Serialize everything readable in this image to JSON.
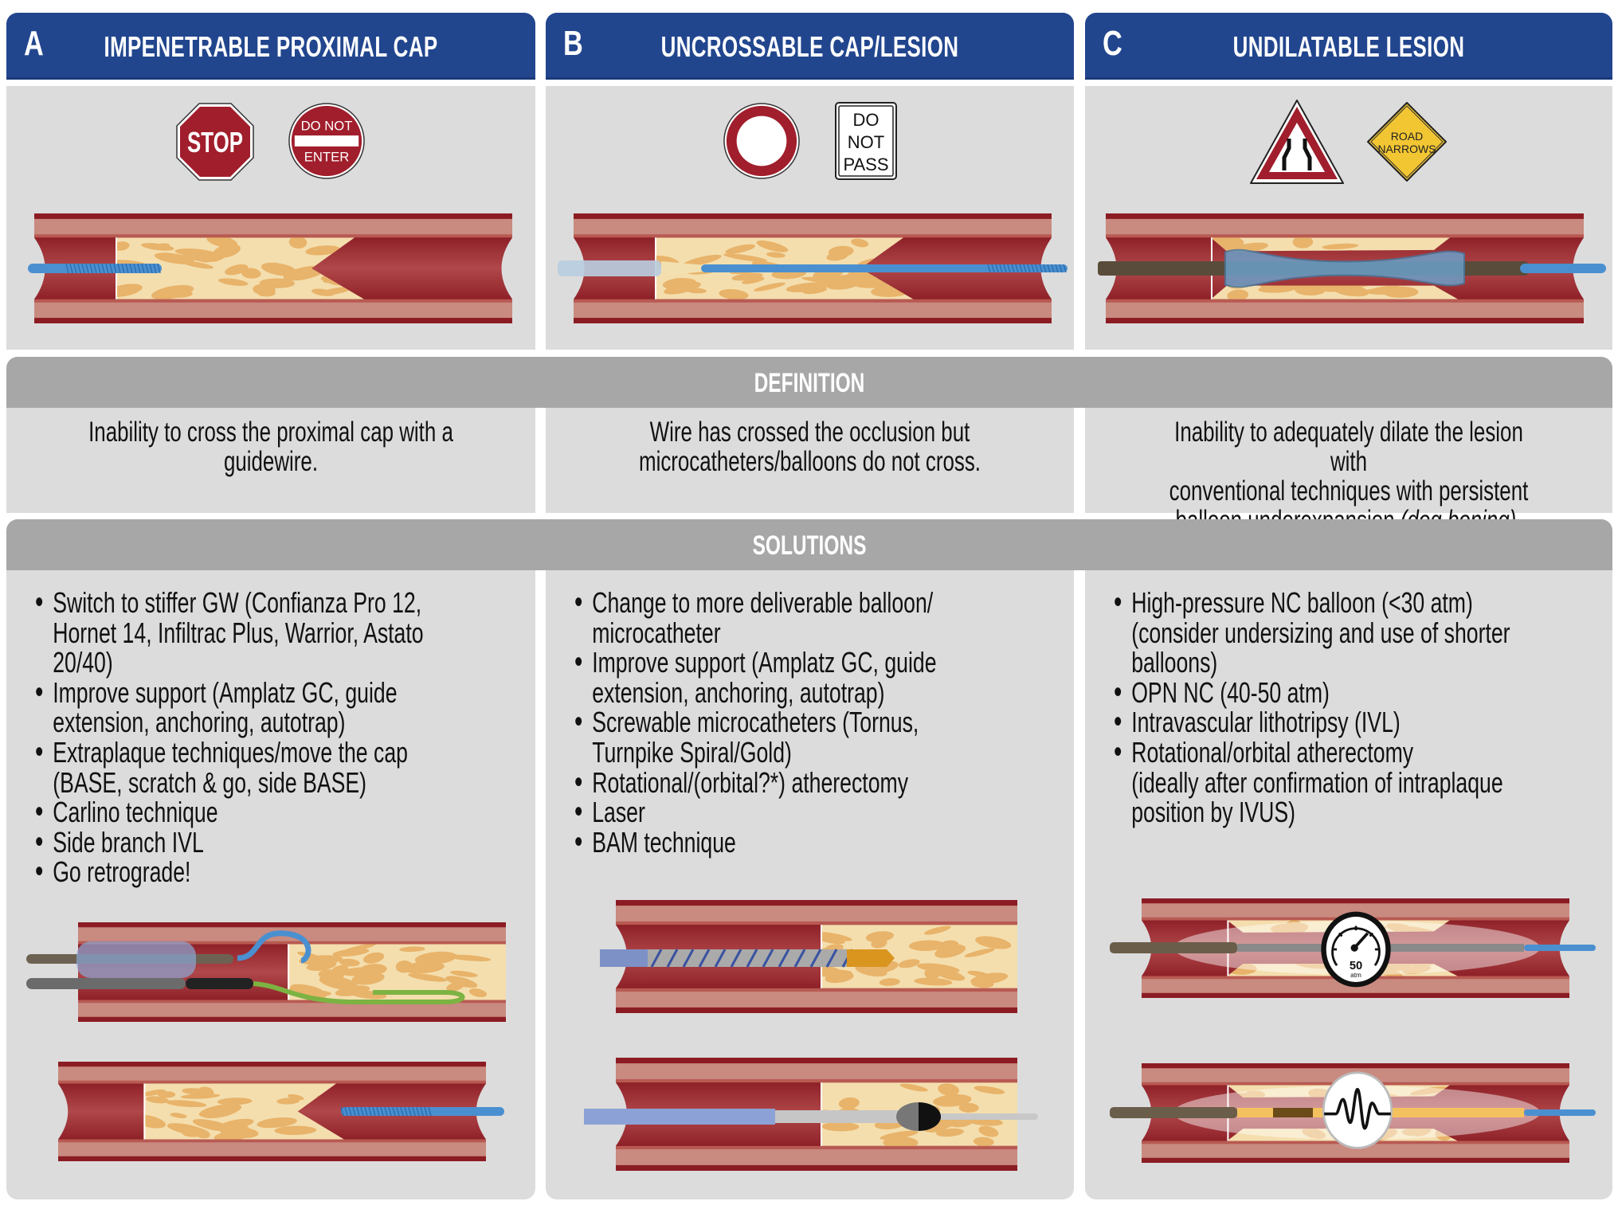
{
  "columns": [
    {
      "letter": "A",
      "title": "IMPENETRABLE PROXIMAL CAP",
      "signs": [
        {
          "type": "stop-sign",
          "text": "STOP"
        },
        {
          "type": "do-not-enter-sign",
          "line1": "DO NOT",
          "line2": "ENTER"
        }
      ],
      "definition": "Inability to cross the proximal cap with a guidewire.",
      "definition_lines": [
        "Inability to cross the proximal cap with a",
        "guidewire."
      ],
      "solutions": [
        "Switch to stiffer GW (Confianza Pro 12, Hornet 14, Infiltrac Plus, Warrior, Astato 20/40)",
        "Improve support (Amplatz GC, guide extension, anchoring, autotrap)",
        "Extraplaque techniques/move the cap (BASE, scratch & go, side BASE)",
        "Carlino technique",
        "Side branch IVL",
        "Go retrograde!"
      ],
      "solution_lines": [
        [
          "Switch to stiffer GW (Confianza Pro 12,",
          "Hornet 14, Infiltrac Plus, Warrior, Astato",
          "20/40)"
        ],
        [
          "Improve support (Amplatz GC, guide",
          "extension, anchoring, autotrap)"
        ],
        [
          "Extraplaque techniques/move the cap",
          "(BASE, scratch & go, side BASE)"
        ],
        [
          "Carlino technique"
        ],
        [
          "Side branch IVL"
        ],
        [
          "Go retrograde!"
        ]
      ]
    },
    {
      "letter": "B",
      "title": "UNCROSSABLE CAP/LESION",
      "signs": [
        {
          "type": "no-vehicles-sign",
          "text": ""
        },
        {
          "type": "do-not-pass-sign",
          "line1": "DO",
          "line2": "NOT",
          "line3": "PASS"
        }
      ],
      "definition": "Wire has crossed the occlusion but microcatheters/balloons do not cross.",
      "definition_lines": [
        "Wire has crossed the occlusion but",
        "microcatheters/balloons do not cross."
      ],
      "solutions": [
        "Change to more deliverable balloon/ microcatheter",
        "Improve support (Amplatz GC, guide extension, anchoring, autotrap)",
        "Screwable microcatheters (Tornus, Turnpike Spiral/Gold)",
        "Rotational/(orbital?*) atherectomy",
        "Laser",
        "BAM technique"
      ],
      "solution_lines": [
        [
          "Change to more deliverable balloon/",
          "microcatheter"
        ],
        [
          "Improve support (Amplatz GC, guide",
          "extension, anchoring, autotrap)"
        ],
        [
          "Screwable microcatheters (Tornus,",
          "Turnpike Spiral/Gold)"
        ],
        [
          "Rotational/(orbital?*) atherectomy"
        ],
        [
          "Laser"
        ],
        [
          "BAM technique"
        ]
      ]
    },
    {
      "letter": "C",
      "title": "UNDILATABLE LESION",
      "signs": [
        {
          "type": "road-narrows-triangle-sign",
          "text": ""
        },
        {
          "type": "road-narrows-diamond-sign",
          "line1": "ROAD",
          "line2": "NARROWS"
        }
      ],
      "definition": "Inability to adequately dilate the lesion with conventional techniques with persistent balloon underexpansion (dog boning).",
      "definition_lines": [
        "Inability to adequately dilate the lesion with",
        "conventional techniques with persistent",
        "balloon underexpansion "
      ],
      "definition_italic": "(dog boning)",
      "definition_tail": ".",
      "solutions": [
        "High-pressure NC balloon (<30 atm) (consider undersizing and use of shorter balloons)",
        "OPN NC (40-50 atm)",
        "Intravascular lithotripsy (IVL)",
        "Rotational/orbital atherectomy (ideally after confirmation of intraplaque position by IVUS)"
      ],
      "solution_lines": [
        [
          "High-pressure NC balloon (<30 atm)",
          "(consider undersizing and use of shorter",
          "balloons)"
        ],
        [
          "OPN NC (40-50 atm)"
        ],
        [
          "Intravascular lithotripsy (IVL)"
        ],
        [
          "Rotational/orbital atherectomy",
          "(ideally after confirmation of intraplaque",
          "position by IVUS)"
        ]
      ],
      "gauge": {
        "value": "50",
        "unit": "atm"
      }
    }
  ],
  "bands": {
    "definition": "DEFINITION",
    "solutions": "SOLUTIONS"
  },
  "colors": {
    "header_blue": "#22468e",
    "band_gray": "#a7a7a7",
    "panel_gray": "#dcdcdc",
    "vessel_dark": "#8c1c24",
    "vessel_wall": "#c98a80",
    "lumen": "#a8343a",
    "plaque_base": "#f4deae",
    "plaque_spot": "#e8b36a",
    "wire_blue": "#4a90d0",
    "sign_red": "#a11e2c"
  }
}
